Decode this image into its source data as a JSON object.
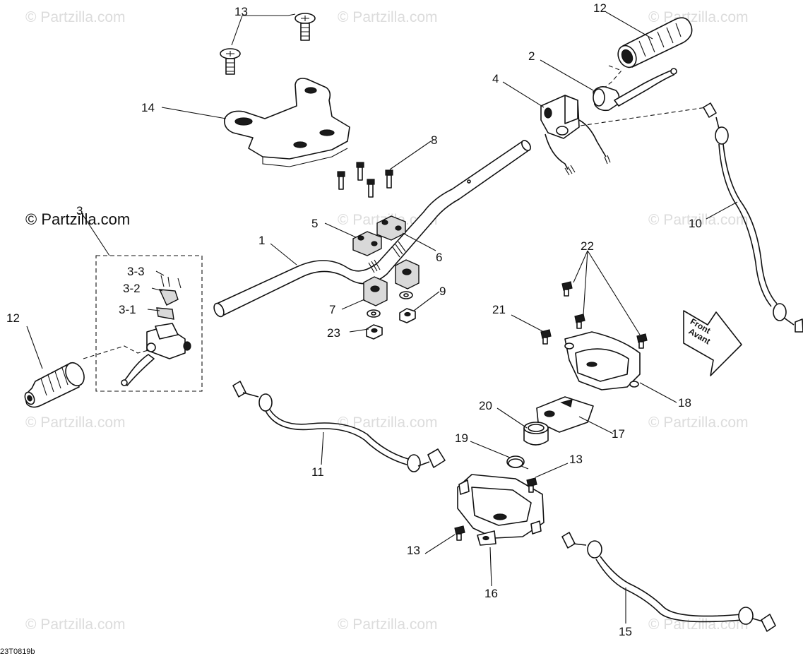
{
  "watermark_text": "© Partzilla.com",
  "logo_text": "© Partzilla.com",
  "drawing_code": "23T0819b",
  "front_sign": {
    "line1": "Front",
    "line2": "Avant"
  },
  "callouts": {
    "c1": "1",
    "c2": "2",
    "c3": "3",
    "c3_1": "3-1",
    "c3_2": "3-2",
    "c3_3": "3-3",
    "c4": "4",
    "c5": "5",
    "c6": "6",
    "c7": "7",
    "c8": "8",
    "c9": "9",
    "c10": "10",
    "c11": "11",
    "c12a": "12",
    "c12b": "12",
    "c13a": "13",
    "c13b": "13",
    "c13c": "13",
    "c14": "14",
    "c15": "15",
    "c16": "16",
    "c17": "17",
    "c18": "18",
    "c19": "19",
    "c20": "20",
    "c21": "21",
    "c22": "22",
    "c23": "23"
  }
}
